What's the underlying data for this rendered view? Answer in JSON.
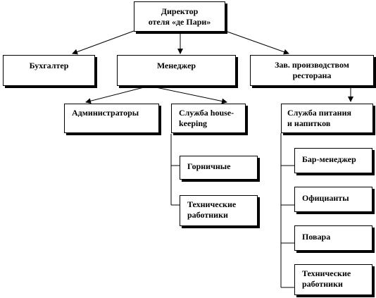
{
  "director": {
    "line1": "Директор",
    "line2": "отеля «де Пари»"
  },
  "accountant": "Бухгалтер",
  "manager": "Менеджер",
  "production_head": {
    "line1": "Зав. производством",
    "line2": "ресторана"
  },
  "administrators": "Администраторы",
  "housekeeping": {
    "line1": "Служба house-",
    "line2": "keeping"
  },
  "maids": "Горничные",
  "tech_left": {
    "line1": "Технические",
    "line2": "работники"
  },
  "food_service": {
    "line1": "Служба питания",
    "line2": "и напитков"
  },
  "bar_manager": "Бар-менеджер",
  "waiters": "Официанты",
  "cooks": "Повара",
  "tech_right": {
    "line1": "Технические",
    "line2": "работники"
  }
}
